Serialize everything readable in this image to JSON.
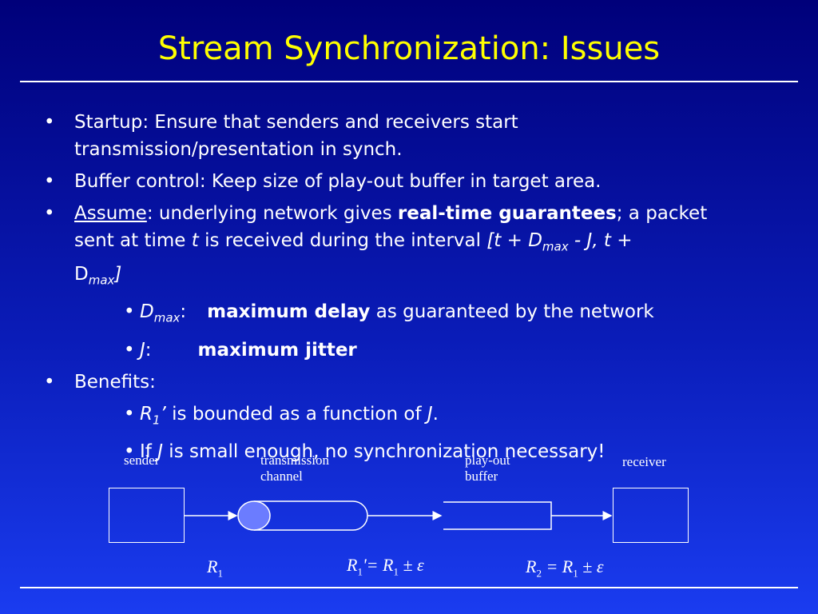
{
  "title": "Stream Synchronization: Issues",
  "bullets": {
    "b1_line1": "Startup: Ensure that senders and receivers start",
    "b1_line2": "transmission/presentation in synch.",
    "b2": "Buffer control: Keep size of play-out buffer in target area.",
    "b3_assume": "Assume",
    "b3_a": ": underlying network gives ",
    "b3_bold": "real-time guarantees",
    "b3_b": "; a packet",
    "b3_c": "sent at time ",
    "b3_t": "t",
    "b3_d": " is received during the interval ",
    "b3_e": "[t + D",
    "b3_max": "max",
    "b3_f": " - J, t +",
    "b3_g": "D",
    "b3_max2": "max",
    "b3_h": "]",
    "sub1_d": "D",
    "sub1_max": "max",
    "sub1_colon": ":",
    "sub1_bold": "maximum delay",
    "sub1_rest": " as guaranteed by the network",
    "sub2_j": "J",
    "sub2_colon": ":",
    "sub2_bold": "maximum jitter",
    "b4": "Benefits:",
    "sub3_r": "R",
    "sub3_1": "1",
    "sub3_prime": "’",
    "sub3_rest": " is bounded as a function of ",
    "sub3_j": "J",
    "sub3_end": ".",
    "sub4_a": "If ",
    "sub4_j": "J",
    "sub4_rest": " is small enough, no synchronization necessary!",
    "bullet_char": "•"
  },
  "diagram": {
    "sender": "sender",
    "channel_l1": "transmission",
    "channel_l2": "channel",
    "buffer_l1": "play-out",
    "buffer_l2": "buffer",
    "receiver": "receiver",
    "eq1_r": "R",
    "eq1_sub": "1",
    "eq2_r": "R",
    "eq2_sub": "1",
    "eq2_mid": "'= R",
    "eq2_sub2": "1",
    "eq2_pm": " ± ε",
    "eq3_r": "R",
    "eq3_sub": "2",
    "eq3_mid": " = R",
    "eq3_sub2": "1",
    "eq3_pm": " ± ε",
    "channel_fill": "#6b7cff"
  }
}
